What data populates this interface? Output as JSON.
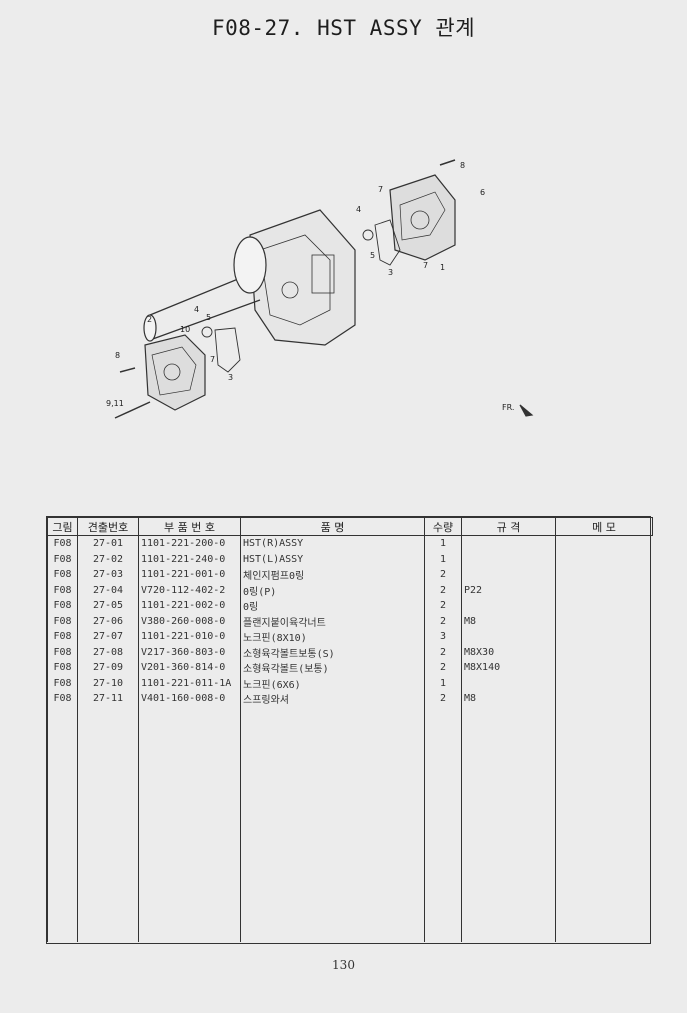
{
  "title": "F08-27. HST ASSY 관계",
  "callouts": [
    "8",
    "7",
    "6",
    "4",
    "5",
    "3",
    "7",
    "1",
    "2",
    "4",
    "5",
    "10",
    "8",
    "7",
    "3",
    "9,11",
    "FR."
  ],
  "table": {
    "headers": [
      "그림",
      "견출번호",
      "부 품 번 호",
      "품 명",
      "수량",
      "규 격",
      "메 모"
    ],
    "rows": [
      [
        "F08",
        "27-01",
        "1101-221-200-0",
        "HST(R)ASSY",
        "1",
        "",
        ""
      ],
      [
        "F08",
        "27-02",
        "1101-221-240-0",
        "HST(L)ASSY",
        "1",
        "",
        ""
      ],
      [
        "F08",
        "27-03",
        "1101-221-001-0",
        "체인지펌프0링",
        "2",
        "",
        ""
      ],
      [
        "F08",
        "27-04",
        "V720-112-402-2",
        "0링(P)",
        "2",
        "P22",
        ""
      ],
      [
        "F08",
        "27-05",
        "1101-221-002-0",
        "0링",
        "2",
        "",
        ""
      ],
      [
        "F08",
        "27-06",
        "V380-260-008-0",
        "플랜지붙이육각너트",
        "2",
        "M8",
        ""
      ],
      [
        "F08",
        "27-07",
        "1101-221-010-0",
        "노크핀(8X10)",
        "3",
        "",
        ""
      ],
      [
        "F08",
        "27-08",
        "V217-360-803-0",
        "소형육각볼트보통(S)",
        "2",
        "M8X30",
        ""
      ],
      [
        "F08",
        "27-09",
        "V201-360-814-0",
        "소형육각볼트(보통)",
        "2",
        "M8X140",
        ""
      ],
      [
        "F08",
        "27-10",
        "1101-221-011-1A",
        "노크핀(6X6)",
        "1",
        "",
        ""
      ],
      [
        "F08",
        "27-11",
        "V401-160-008-0",
        "스프링와셔",
        "2",
        "M8",
        ""
      ]
    ]
  },
  "page_number": "130"
}
